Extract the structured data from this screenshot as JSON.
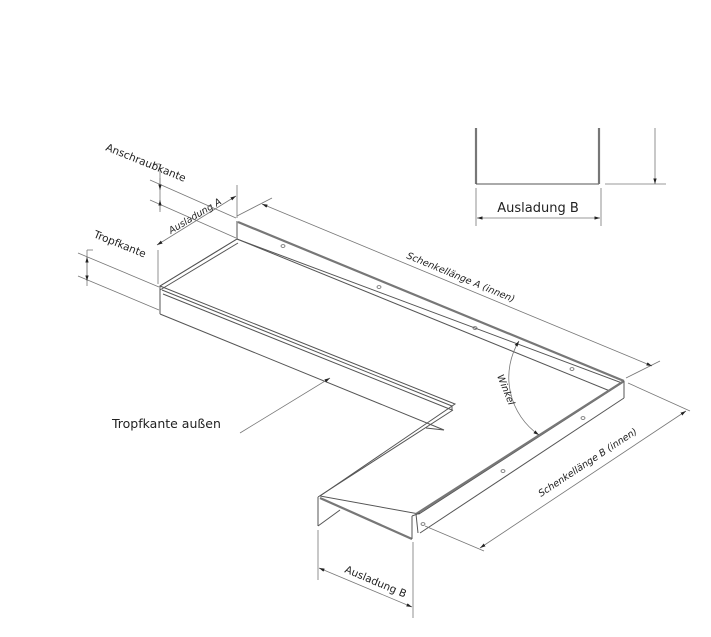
{
  "drawing": {
    "title": "L-shaped Fensterbank / Abdeckblech isometric dimension drawing",
    "labels": {
      "anschraubkante": "Anschraubkante",
      "ausladung_a": "Ausladung A",
      "tropfkante": "Tropfkante",
      "schenkellaenge_a": "Schenkellänge A (innen)",
      "winkel": "Winkel",
      "schenkellaenge_b": "Schenkellänge B (innen)",
      "tropfkante_aussen": "Tropfkante außen",
      "ausladung_b_bottom": "Ausladung B",
      "ausladung_b_detail": "Ausladung B"
    },
    "colors": {
      "line": "#555555",
      "dimension": "#777777",
      "text": "#222222",
      "background": "#ffffff"
    }
  }
}
